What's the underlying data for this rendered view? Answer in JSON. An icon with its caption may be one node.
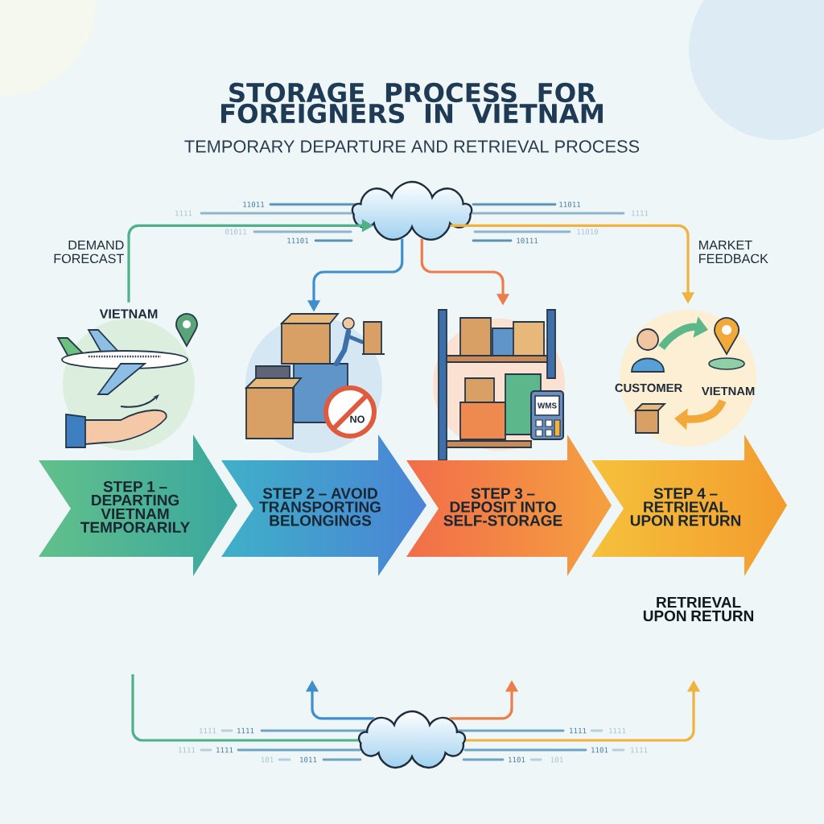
{
  "diagram": {
    "title": "STORAGE PROCESS FOR FOREIGNERS IN VIETNAM",
    "nodes": [
      {
        "text": [],
        "shape": "cloud"
      },
      {
        "text": [
          "VIETNAM"
        ]
      },
      {
        "text": [
          "NO"
        ]
      },
      {
        "text": [
          "WMS"
        ]
      },
      {
        "text": [
          "CUSTOMER",
          "VIETNAM"
        ]
      },
      {
        "text": [
          "STEP 1 – DEPARTING VIETNAM TEMPORARILY"
        ]
      },
      {
        "text": [
          "STEP 2 – AVOID TRANSPORTING BELONGINGS"
        ]
      },
      {
        "text": [
          "STEP 3 – DEPOSIT INTO SELF-STORAGE"
        ]
      },
      {
        "text": [
          "STEP 4 – RETRIEVAL UPON RETURN"
        ]
      },
      {
        "text": [],
        "shape": "cloud"
      }
    ],
    "edges": [
      {
        "from": 1,
        "to": 0,
        "arrow": "to",
        "label": "DEMAND FORECAST",
        "color": "#4fb08a"
      },
      {
        "from": 0,
        "to": 2,
        "arrow": "to",
        "color": "#3f8fcf"
      },
      {
        "from": 0,
        "to": 3,
        "arrow": "to",
        "color": "#ec7d4b"
      },
      {
        "from": 0,
        "to": 4,
        "arrow": "to",
        "label": "MARKET FEEDBACK",
        "color": "#f1b23f"
      },
      {
        "from": null,
        "to": 9,
        "arrow": "none",
        "color": "#4fb08a"
      },
      {
        "from": 9,
        "to": null,
        "arrow": "to",
        "color": "#3f8fcf"
      },
      {
        "from": 9,
        "to": null,
        "arrow": "to",
        "color": "#ec7d4b"
      },
      {
        "from": 9,
        "to": null,
        "arrow": "to",
        "color": "#f1b23f"
      }
    ],
    "labels": [
      "TEMPORARY DEPARTURE AND RETRIEVAL PROCESS",
      "11011",
      "1111",
      "01011",
      "11101",
      "11011",
      "1111",
      "11010",
      "10111",
      "RETRIEVAL UPON RETURN",
      "1111",
      "1111",
      "1111",
      "1111",
      "1111",
      "1111",
      "1101",
      "1111",
      "101",
      "1011",
      "1101",
      "101"
    ]
  }
}
